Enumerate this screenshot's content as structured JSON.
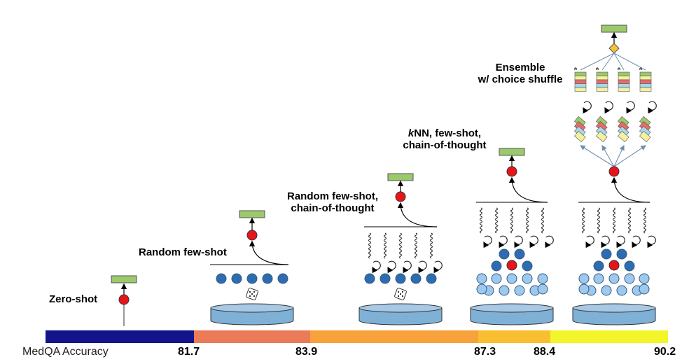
{
  "methods": [
    {
      "label": "Zero-shot"
    },
    {
      "label": "Random few-shot"
    },
    {
      "label_lines": [
        "Random few-shot,",
        "chain-of-thought"
      ]
    },
    {
      "label_lines": [
        "kNN, few-shot,",
        "chain-of-thought"
      ]
    },
    {
      "label_lines": [
        "Ensemble",
        "w/ choice shuffle"
      ]
    }
  ],
  "axis": {
    "title": "MedQA Accuracy",
    "ticks": [
      "81.7",
      "83.9",
      "87.3",
      "88.4",
      "90.2"
    ]
  },
  "colors": {
    "answer_box": "#9bc96b",
    "red_node": "#e8141a",
    "dark_blue_node": "#2e6cb0",
    "light_blue_node": "#9dc9ef",
    "database": "#7fb0d6",
    "bar_segments": [
      "#13148c",
      "#ea7a58",
      "#f7a23a",
      "#f8c030",
      "#f2f52a"
    ]
  }
}
